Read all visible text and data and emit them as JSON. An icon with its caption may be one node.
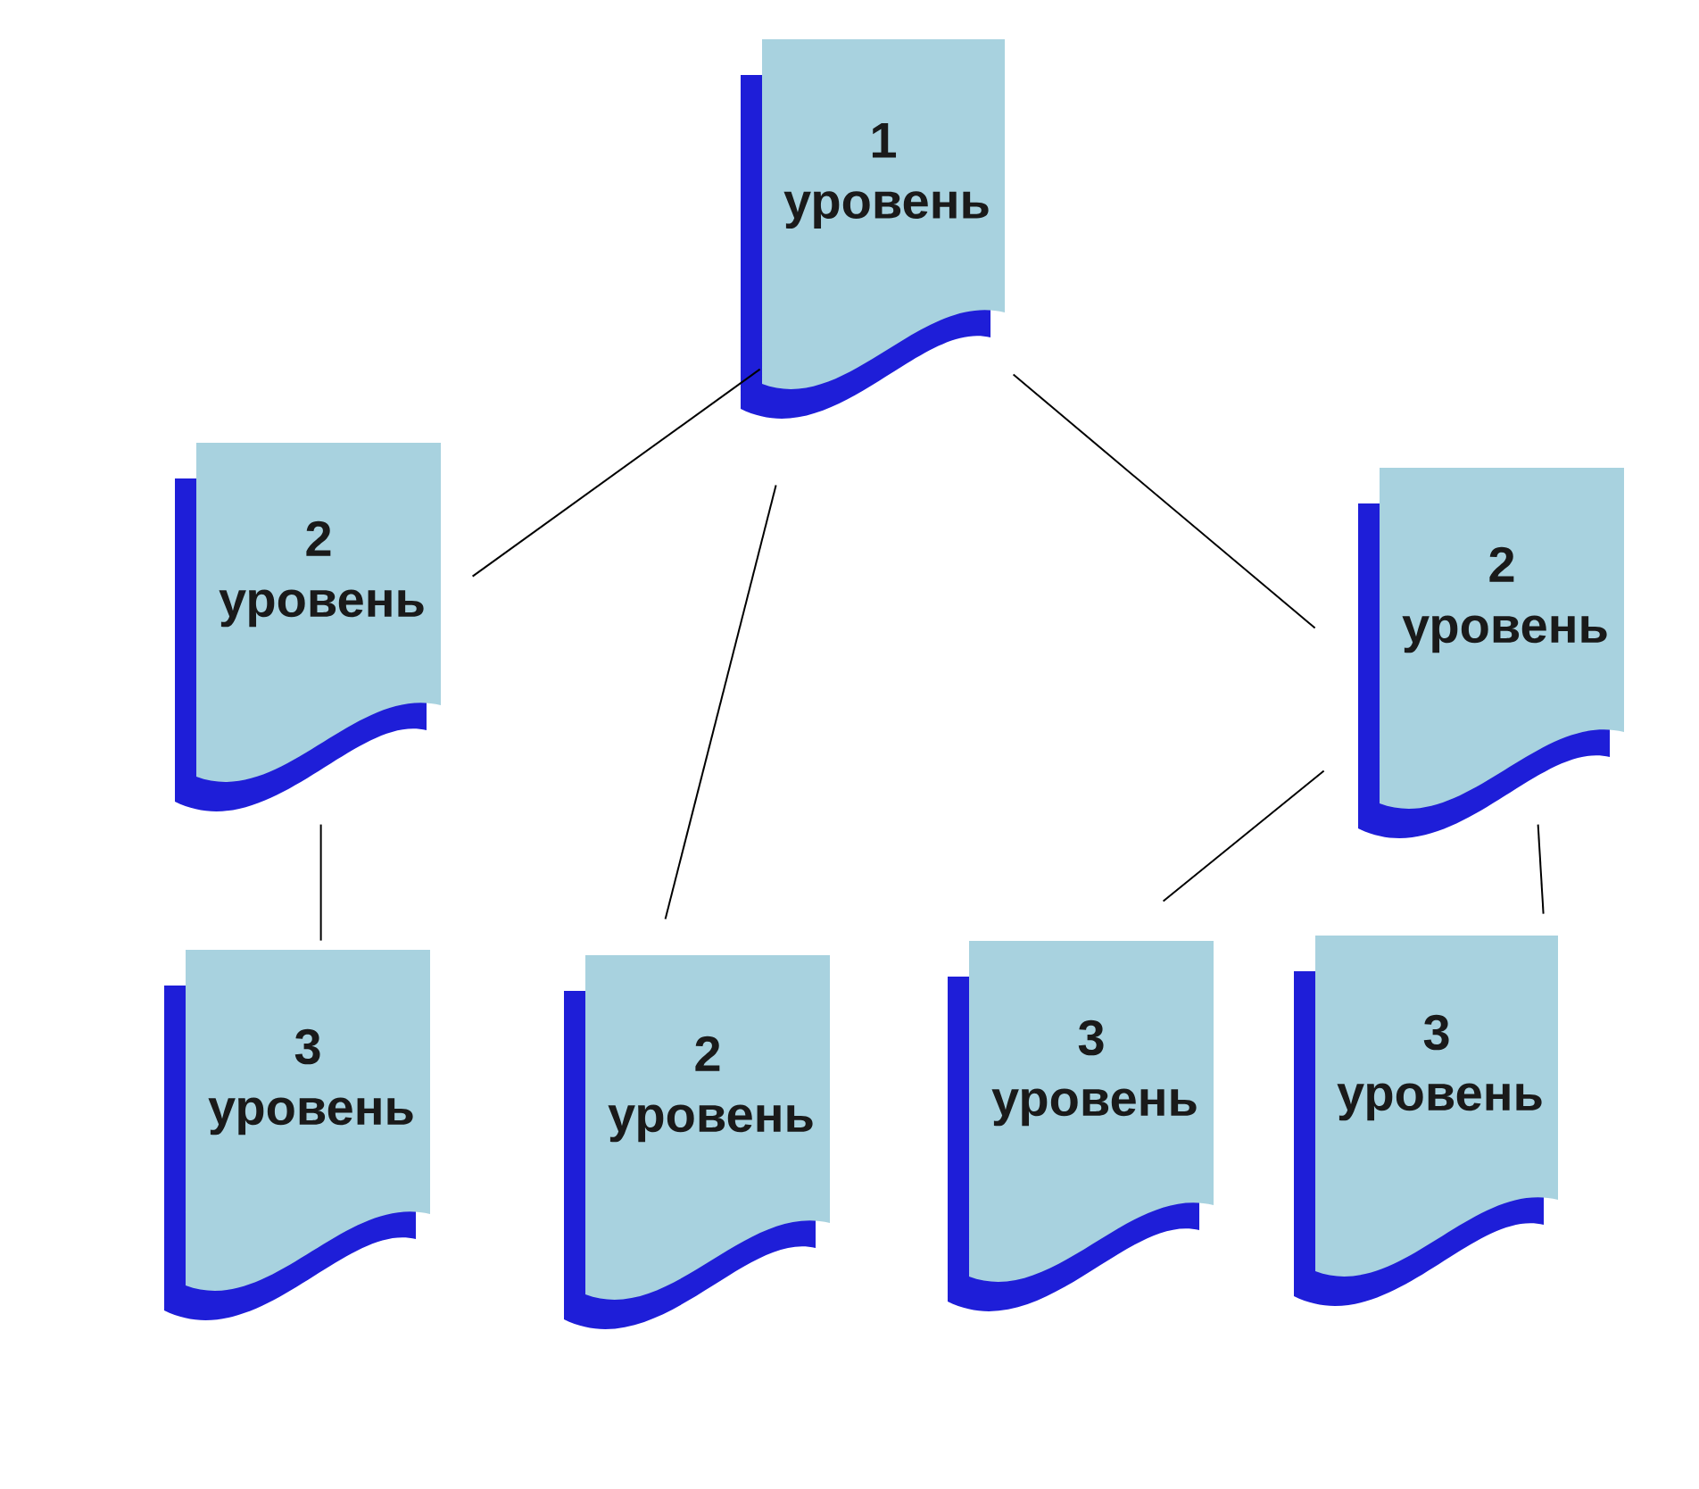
{
  "diagram": {
    "nodes": [
      {
        "text": [
          "1 уровень"
        ]
      },
      {
        "text": [
          "2 уровень"
        ]
      },
      {
        "text": [
          "2 уровень"
        ]
      },
      {
        "text": [
          "3 уровень"
        ]
      },
      {
        "text": [
          "2 уровень"
        ]
      },
      {
        "text": [
          "3 уровень"
        ]
      },
      {
        "text": [
          "3 уровень"
        ]
      }
    ],
    "edges": [
      {
        "from": 0,
        "to": 1,
        "arrow": "none"
      },
      {
        "from": 0,
        "to": 4,
        "arrow": "none"
      },
      {
        "from": 0,
        "to": 2,
        "arrow": "none"
      },
      {
        "from": 1,
        "to": 3,
        "arrow": "none"
      },
      {
        "from": 2,
        "to": 5,
        "arrow": "none"
      },
      {
        "from": 2,
        "to": 6,
        "arrow": "none"
      }
    ]
  }
}
